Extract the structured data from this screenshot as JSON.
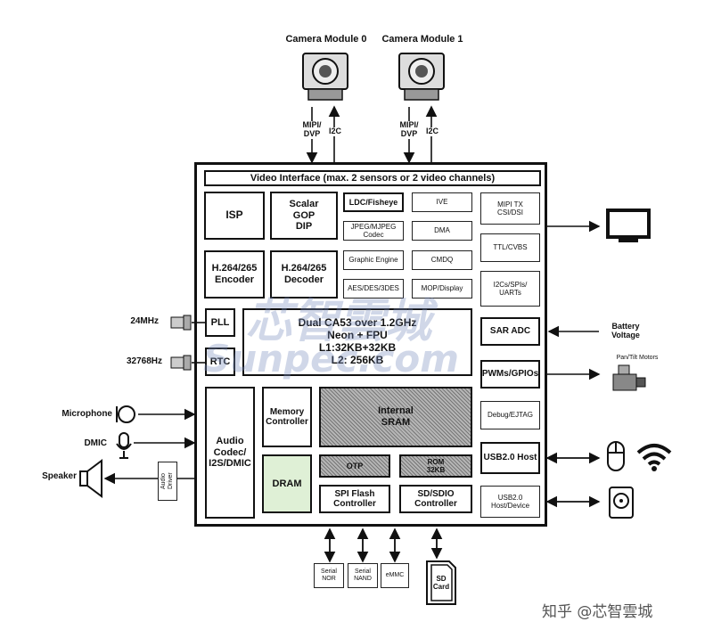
{
  "cameras": {
    "cam0": "Camera Module 0",
    "cam1": "Camera Module 1",
    "mipi": "MIPI/\nDVP",
    "i2c": "I2C"
  },
  "chip": {
    "video_interface": "Video Interface (max. 2 sensors or 2 video channels)",
    "isp": "ISP",
    "scalar": "Scalar\nGOP\nDIP",
    "h264_enc": "H.264/265\nEncoder",
    "h264_dec": "H.264/265\nDecoder",
    "ldc": "LDC/Fisheye",
    "ive": "IVE",
    "jpeg": "JPEG/MJPEG\nCodec",
    "dma": "DMA",
    "graphic": "Graphic Engine",
    "cmdq": "CMDQ",
    "aes": "AES/DES/3DES",
    "mop": "MOP/Display",
    "mipi_tx": "MIPI TX\nCSI/DSI",
    "ttl": "TTL/CVBS",
    "i2c_spi": "I2Cs/SPIs/\nUARTs",
    "sar_adc": "SAR ADC",
    "pwm": "PWMs/GPIOs",
    "debug": "Debug/EJTAG",
    "usb_host": "USB2.0 Host",
    "usb_dev": "USB2.0\nHost/Device",
    "pll": "PLL",
    "rtc": "RTC",
    "cpu": "Dual CA53 over 1.2GHz\nNeon + FPU\nL1:32KB+32KB\nL2: 256KB",
    "audio_codec": "Audio\nCodec/\nI2S/DMIC",
    "mem_ctrl": "Memory\nController",
    "dram": "DRAM",
    "sram": "Internal\nSRAM",
    "otp": "OTP",
    "rom": "ROM\n32KB",
    "spi_flash": "SPI Flash\nController",
    "sdio": "SD/SDIO\nController"
  },
  "left": {
    "osc1": "24MHz",
    "osc2": "32768Hz",
    "mic": "Microphone",
    "dmic": "DMIC",
    "speaker": "Speaker",
    "audio_driver": "Audio\nDriver"
  },
  "right": {
    "battery": "Battery\nVoltage",
    "motors": "Pan/Tilt Motors"
  },
  "bottom": {
    "nor": "Serial\nNOR",
    "nand": "Serial\nNAND",
    "emmc": "eMMC",
    "sd": "SD\nCard"
  },
  "watermark": {
    "cn": "芯智雲城",
    "en": "Sunpec.com",
    "footer": "知乎 @芯智雲城"
  },
  "colors": {
    "dram_fill": "#dff0d6",
    "sram_fill": "#a0a0a0"
  }
}
